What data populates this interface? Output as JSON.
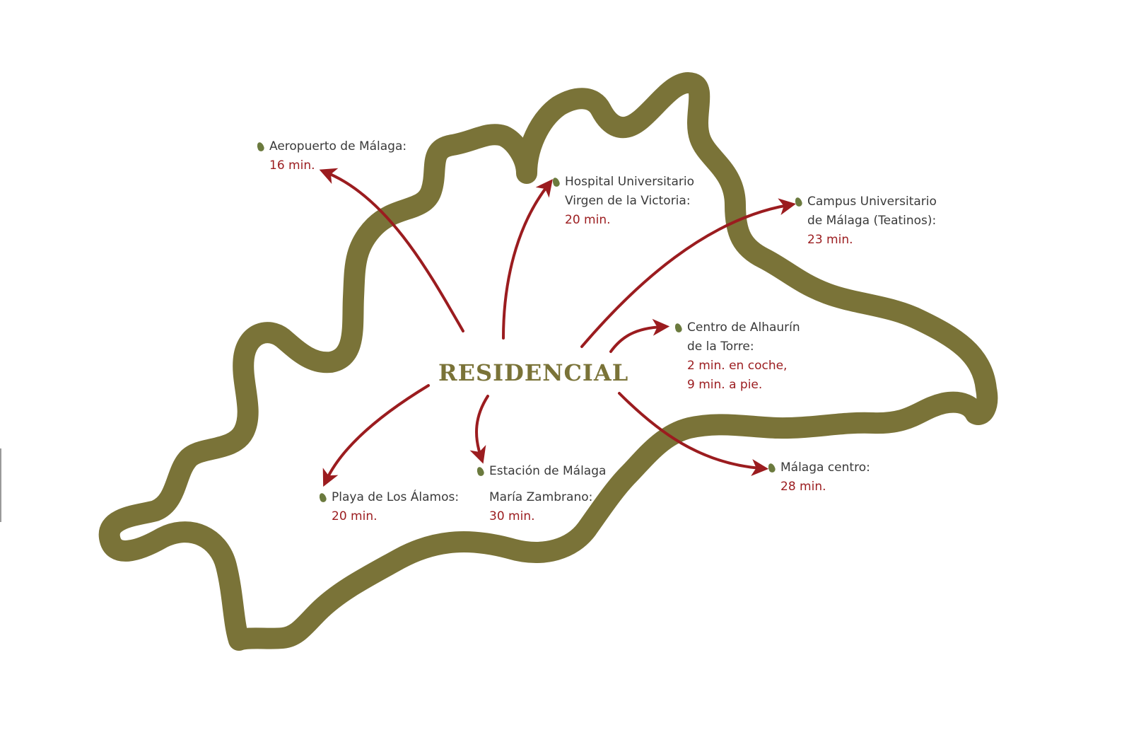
{
  "map": {
    "center_label": "RESIDENCIAL",
    "colors": {
      "outline": "#7a7338",
      "arrow": "#9b1c1f",
      "label_text": "#3a3a3a",
      "time_text": "#9b1c1f",
      "bullet": "#6b7a3e"
    },
    "bullet_icon": "olive-leaf-icon",
    "destinations": [
      {
        "id": "aeropuerto",
        "lines": [
          "Aeropuerto de Málaga:"
        ],
        "times": [
          "16 min."
        ]
      },
      {
        "id": "hospital",
        "lines": [
          "Hospital Universitario",
          "Virgen de la Victoria:"
        ],
        "times": [
          "20 min."
        ]
      },
      {
        "id": "campus",
        "lines": [
          "Campus Universitario",
          "de Málaga (Teatinos):"
        ],
        "times": [
          "23 min."
        ]
      },
      {
        "id": "alhaurin",
        "lines": [
          "Centro de Alhaurín",
          "de la Torre:"
        ],
        "times": [
          "2 min. en coche,",
          "9 min. a pie."
        ]
      },
      {
        "id": "malaga_centro",
        "lines": [
          "Málaga centro:"
        ],
        "times": [
          "28 min."
        ]
      },
      {
        "id": "estacion",
        "lines": [
          "Estación de Málaga",
          "María Zambrano:"
        ],
        "times": [
          "30 min."
        ]
      },
      {
        "id": "playa",
        "lines": [
          "Playa de Los Álamos:"
        ],
        "times": [
          "20 min."
        ]
      }
    ]
  }
}
